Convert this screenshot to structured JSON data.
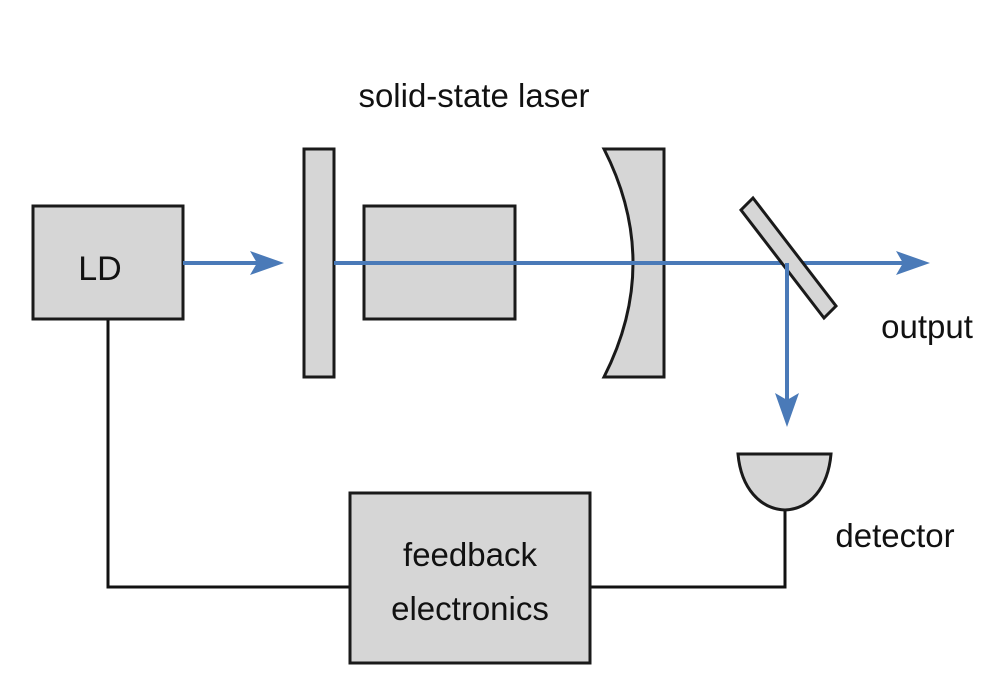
{
  "labels": {
    "solid_state_laser": "solid-state laser",
    "ld": "LD",
    "output": "output",
    "detector": "detector",
    "feedback_line1": "feedback",
    "feedback_line2": "electronics"
  },
  "colors": {
    "beam": "#4a7ab8",
    "component_fill": "#d6d6d6",
    "outline": "#1a1a1a"
  }
}
